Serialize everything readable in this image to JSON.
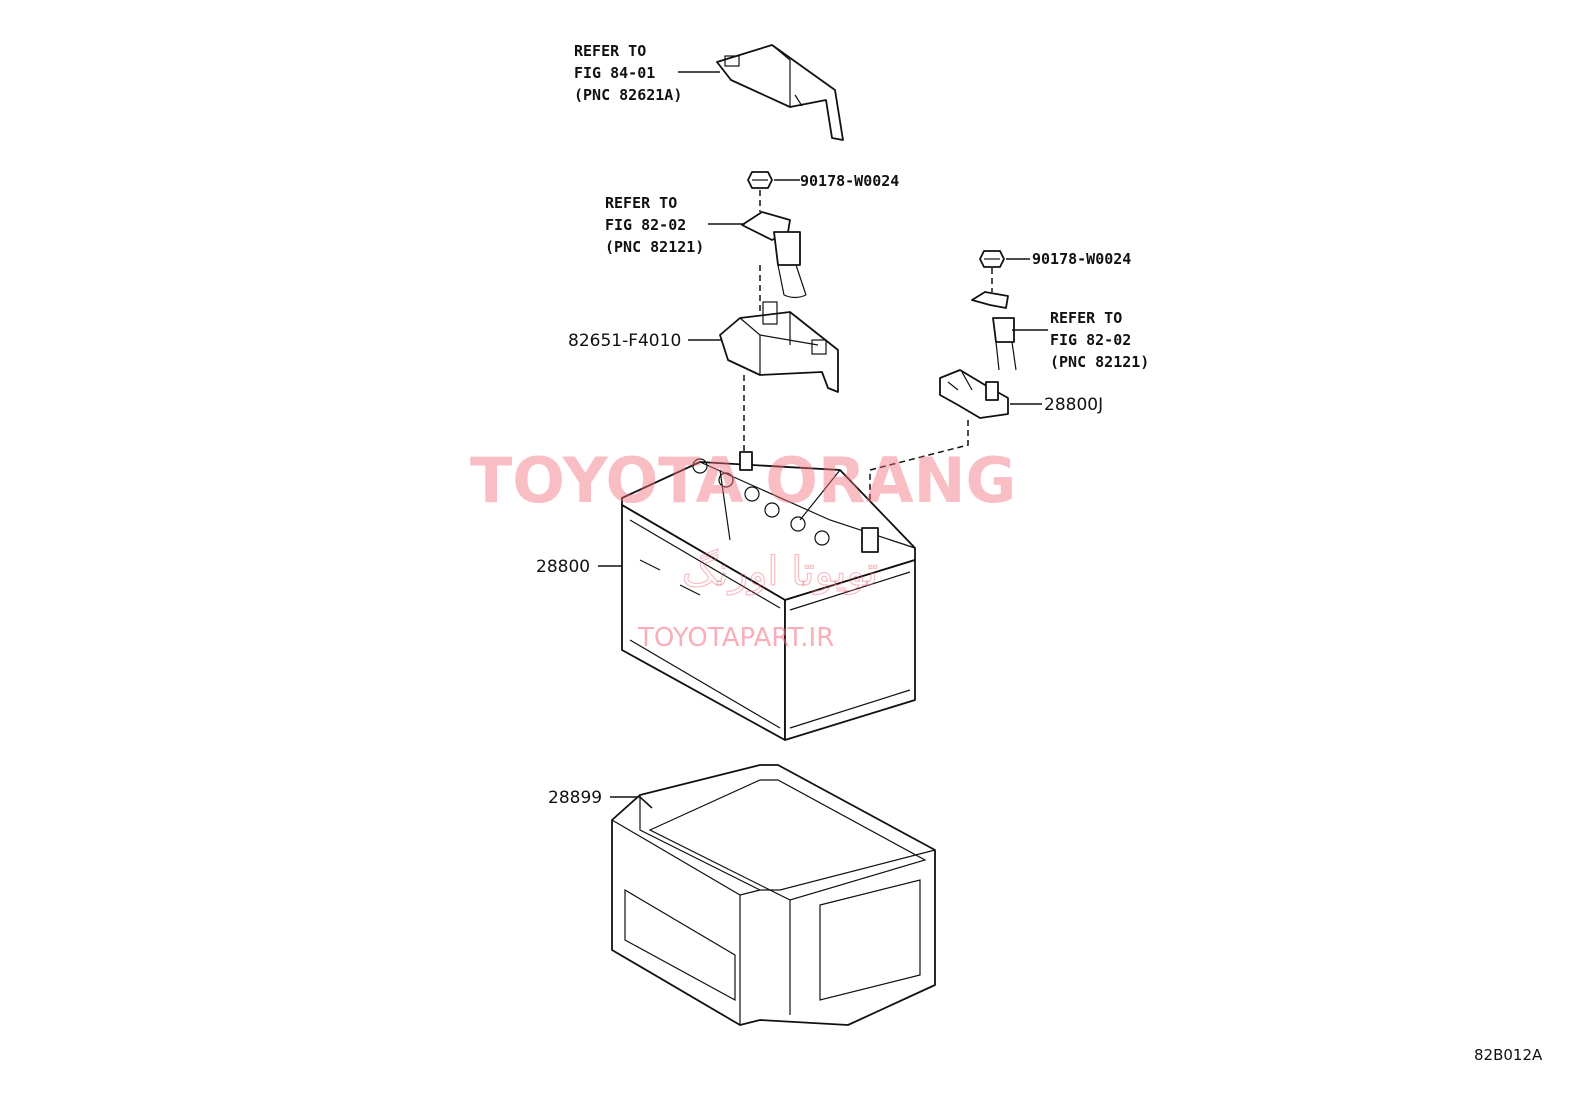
{
  "callouts": {
    "cover_refer": [
      "REFER TO",
      "FIG 84-01",
      "(PNC 82621A)"
    ],
    "nut_top": "90178-W0024",
    "cable_left_refer": [
      "REFER TO",
      "FIG 82-02",
      "(PNC 82121)"
    ],
    "terminal_cover": "82651-F4010",
    "nut_right": "90178-W0024",
    "cable_right_refer": [
      "REFER TO",
      "FIG 82-02",
      "(PNC 82121)"
    ],
    "terminal_clamp": "28800J",
    "battery": "28800",
    "battery_tray": "28899"
  },
  "watermark": {
    "brand": "TOYOTA ORANG",
    "persian": "تویوتا اورنگ",
    "url": "TOYOTAPART.IR"
  },
  "figure_code": "82B012A",
  "colors": {
    "watermark": "#f26d7d",
    "line": "#111111"
  }
}
